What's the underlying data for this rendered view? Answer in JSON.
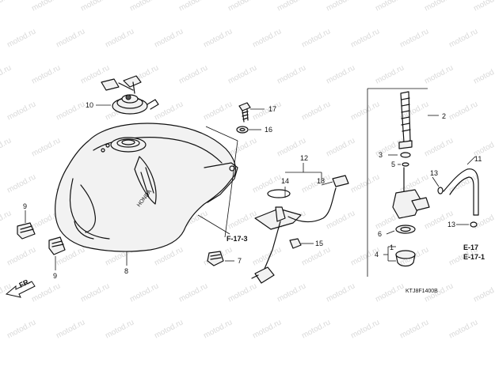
{
  "watermark": "motod.ru",
  "diagram_code": "KTJ8F1400B",
  "fr_arrow_label": "FR.",
  "callouts": {
    "c1": "1",
    "c2": "2",
    "c3": "3",
    "c4": "4",
    "c5": "5",
    "c6": "6",
    "c7": "7",
    "c8": "8",
    "c9a": "9",
    "c9b": "9",
    "c10": "10",
    "c11": "11",
    "c12": "12",
    "c13a": "13",
    "c13b": "13",
    "c14": "14",
    "c15": "15",
    "c16": "16",
    "c17": "17",
    "c18": "18"
  },
  "references": {
    "f173": "F-17-3",
    "e17": "E-17",
    "e171": "E-17-1"
  }
}
